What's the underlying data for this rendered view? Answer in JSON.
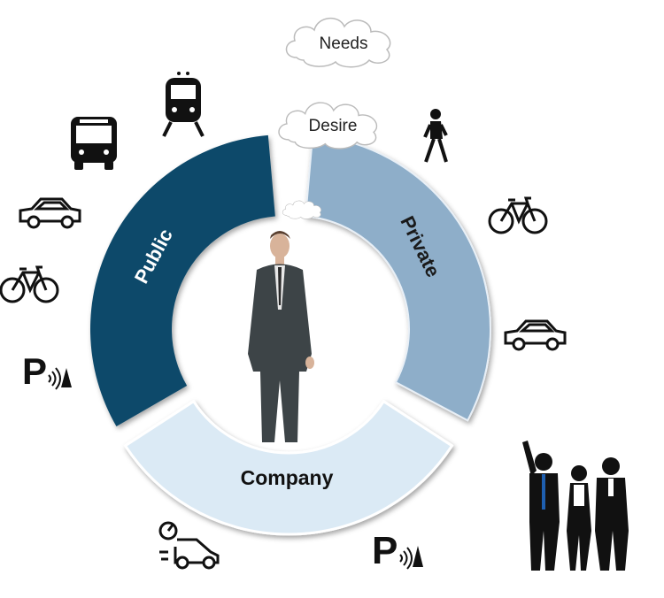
{
  "clouds": {
    "needs": "Needs",
    "desire": "Desire"
  },
  "segments": [
    {
      "key": "public",
      "label": "Public",
      "color": "#0d4a6b",
      "text_color": "#ffffff"
    },
    {
      "key": "private",
      "label": "Private",
      "color": "#8eaec9",
      "text_color": "#1a1a1a"
    },
    {
      "key": "company",
      "label": "Company",
      "color": "#dbeaf5",
      "text_color": "#111111"
    }
  ],
  "icons": {
    "public": [
      "bus-icon",
      "train-icon",
      "car-icon",
      "bicycle-icon",
      "parking-sensor-icon"
    ],
    "private": [
      "pedestrian-icon",
      "bicycle-icon",
      "car-icon"
    ],
    "company": [
      "fast-car-service-icon",
      "parking-sensor-icon"
    ]
  }
}
